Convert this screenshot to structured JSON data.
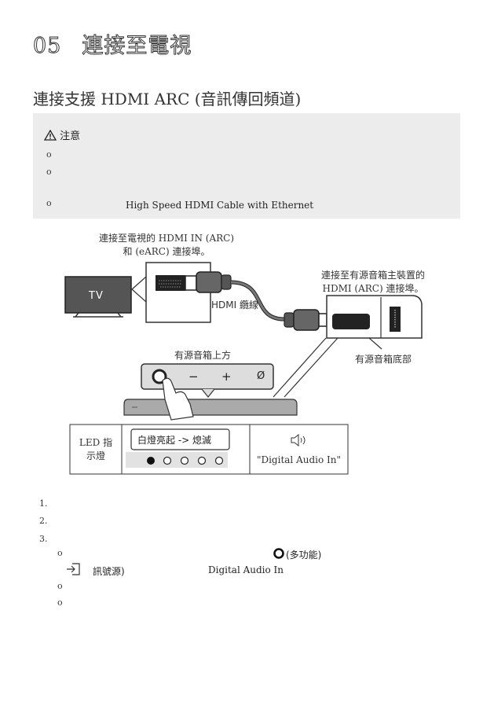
{
  "header": {
    "chapter_number": "05",
    "chapter_title": "連接至電視",
    "section_title": "連接支援 HDMI ARC (音訊傳回頻道)"
  },
  "note": {
    "title": "注意",
    "bullet": "ο",
    "cable_name": "High Speed HDMI Cable with Ethernet"
  },
  "diagram": {
    "tv_label": "TV",
    "tv_port_caption_line1": "連接至電視的 HDMI IN (ARC)",
    "tv_port_caption_line2": "和 (eARC) 連接埠。",
    "cable_label": "HDMI 纜線",
    "soundbar_port_caption_line1": "連接至有源音箱主裝置的",
    "soundbar_port_caption_line2": "HDMI (ARC) 連接埠。",
    "top_view_label": "有源音箱上方",
    "bottom_view_label": "有源音箱底部",
    "buttons": [
      "−",
      "+",
      "Ø"
    ],
    "led_header_line1": "LED 指",
    "led_header_line2": "示燈",
    "led_status": "白燈亮起 -> 熄滅",
    "audio_mode": "\"Digital Audio In\""
  },
  "steps": {
    "numbers": [
      "1.",
      "2.",
      "3."
    ],
    "bullet": "ο",
    "multifunction": "(多功能)",
    "source_suffix": "訊號源)",
    "digital_audio_in": "Digital Audio In"
  },
  "colors": {
    "note_bg": "#ececec",
    "tv_body": "#555555",
    "led_on": "#111111"
  }
}
